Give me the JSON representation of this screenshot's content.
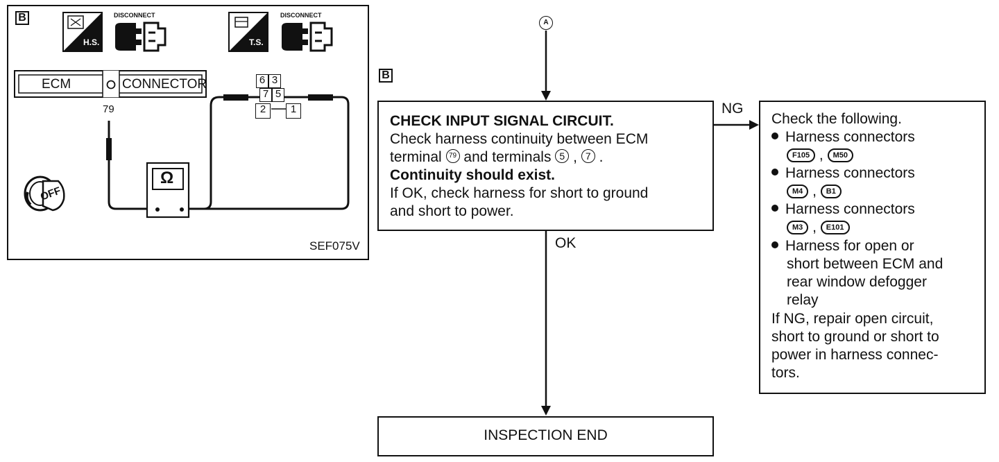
{
  "figure": {
    "section_label": "B",
    "hs_label": "H.S.",
    "ts_label": "T.S.",
    "disconnect_1": "DISCONNECT",
    "disconnect_2": "DISCONNECT",
    "ecm_label": "ECM",
    "connector_label": "CONNECTOR",
    "terminal_79": "79",
    "ohm_symbol": "Ω",
    "key_label": "OFF",
    "pins": [
      "6",
      "3",
      "7",
      "5",
      "2",
      "1"
    ],
    "figure_code": "SEF075V"
  },
  "flow": {
    "connector_a": "A",
    "section_label": "B",
    "step": {
      "title": "CHECK INPUT SIGNAL CIRCUIT.",
      "line1": "Check harness continuity between ECM",
      "line2_a": "terminal",
      "line2_t79": "79",
      "line2_b": "and terminals",
      "line2_t5": "5",
      "line2_sep": ",",
      "line2_t7": "7",
      "line2_end": ".",
      "line3": "Continuity should exist.",
      "line4": "If OK, check harness for short to ground",
      "line5": "and short to power."
    },
    "ng_label": "NG",
    "ok_label": "OK",
    "ng_box": {
      "heading": "Check the following.",
      "items": [
        {
          "text": "Harness connectors",
          "c1": "F105",
          "c2": "M50"
        },
        {
          "text": "Harness connectors",
          "c1": "M4",
          "c2": "B1"
        },
        {
          "text": "Harness connectors",
          "c1": "M3",
          "c2": "E101"
        }
      ],
      "last_item": [
        "Harness for open or",
        "short between ECM and",
        "rear window defogger",
        "relay"
      ],
      "footer": [
        "If NG, repair open circuit,",
        "short to ground or short to",
        "power in harness connec-",
        "tors."
      ]
    },
    "end_label": "INSPECTION END"
  }
}
